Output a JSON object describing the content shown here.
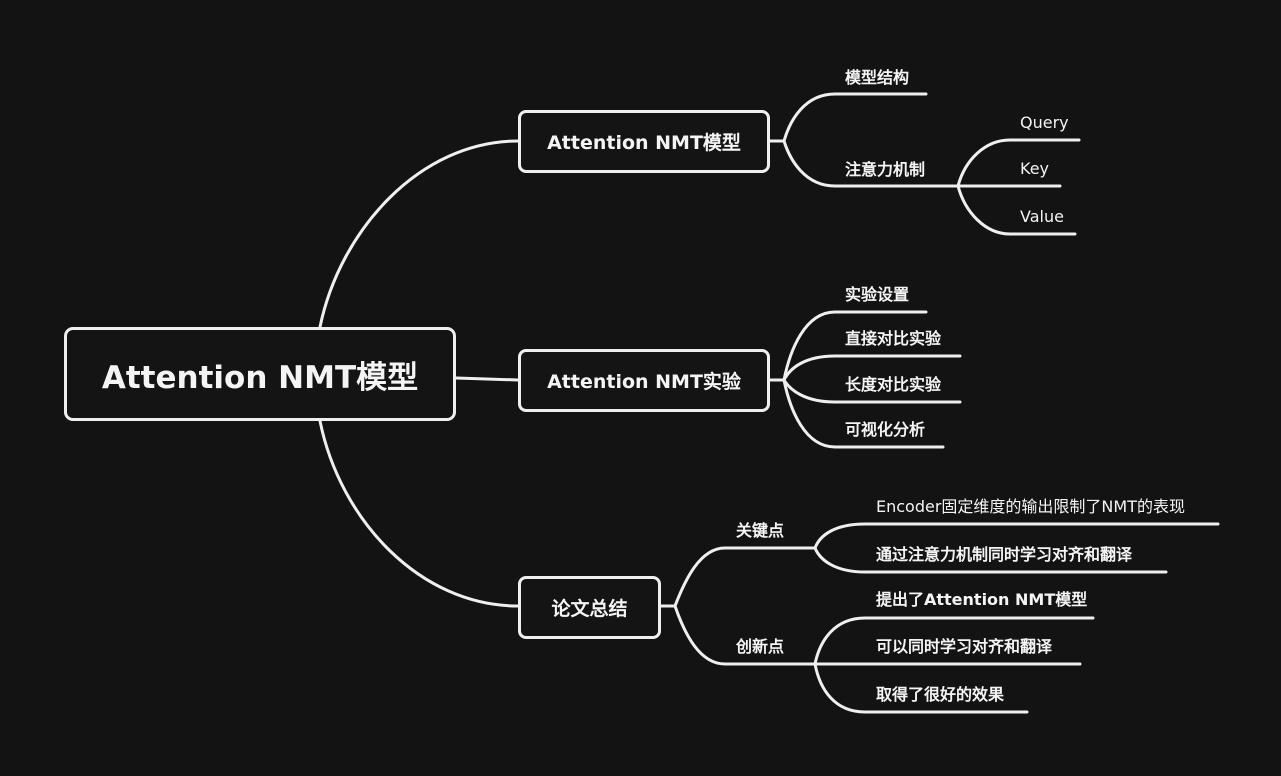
{
  "root": {
    "label": "Attention NMT模型"
  },
  "branches": [
    {
      "label": "Attention NMT模型",
      "children": [
        {
          "label": "模型结构"
        },
        {
          "label": "注意力机制",
          "children": [
            {
              "label": "Query"
            },
            {
              "label": "Key"
            },
            {
              "label": "Value"
            }
          ]
        }
      ]
    },
    {
      "label": "Attention NMT实验",
      "children": [
        {
          "label": "实验设置"
        },
        {
          "label": "直接对比实验"
        },
        {
          "label": "长度对比实验"
        },
        {
          "label": "可视化分析"
        }
      ]
    },
    {
      "label": "论文总结",
      "children": [
        {
          "label": "关键点",
          "children": [
            {
              "label": "Encoder固定维度的输出限制了NMT的表现"
            },
            {
              "label": "通过注意力机制同时学习对齐和翻译"
            }
          ]
        },
        {
          "label": "创新点",
          "children": [
            {
              "label": "提出了Attention NMT模型"
            },
            {
              "label": "可以同时学习对齐和翻译"
            },
            {
              "label": "取得了很好的效果"
            }
          ]
        }
      ]
    }
  ],
  "colors": {
    "background": "#131313",
    "line": "#efefef",
    "text": "#f4f4f4"
  }
}
